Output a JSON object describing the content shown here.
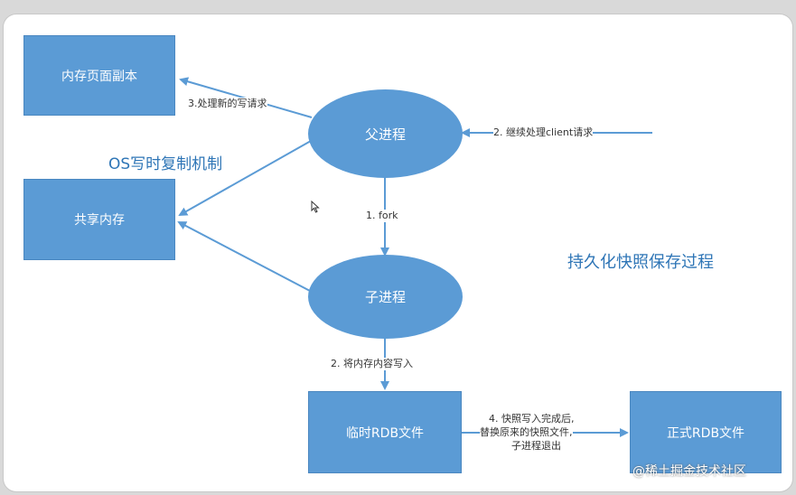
{
  "nodes": {
    "memory_copy": "内存页面副本",
    "shared_memory": "共享内存",
    "parent_process": "父进程",
    "child_process": "子进程",
    "temp_rdb": "临时RDB文件",
    "final_rdb": "正式RDB文件"
  },
  "edges": {
    "fork": "1. fork",
    "continue_client": "2. 继续处理client请求",
    "write_memory": "2. 将内存内容写入",
    "handle_write": "3.处理新的写请求",
    "replace_line1": "4. 快照写入完成后,",
    "replace_line2": "替换原来的快照文件,",
    "replace_line3": "子进程退出"
  },
  "notes": {
    "cow": "OS写时复制机制",
    "title": "持久化快照保存过程"
  },
  "watermark": "@稀土掘金技术社区",
  "colors": {
    "node": "#5b9bd5",
    "arrow": "#5b9bd5",
    "note": "#2e75b6"
  }
}
